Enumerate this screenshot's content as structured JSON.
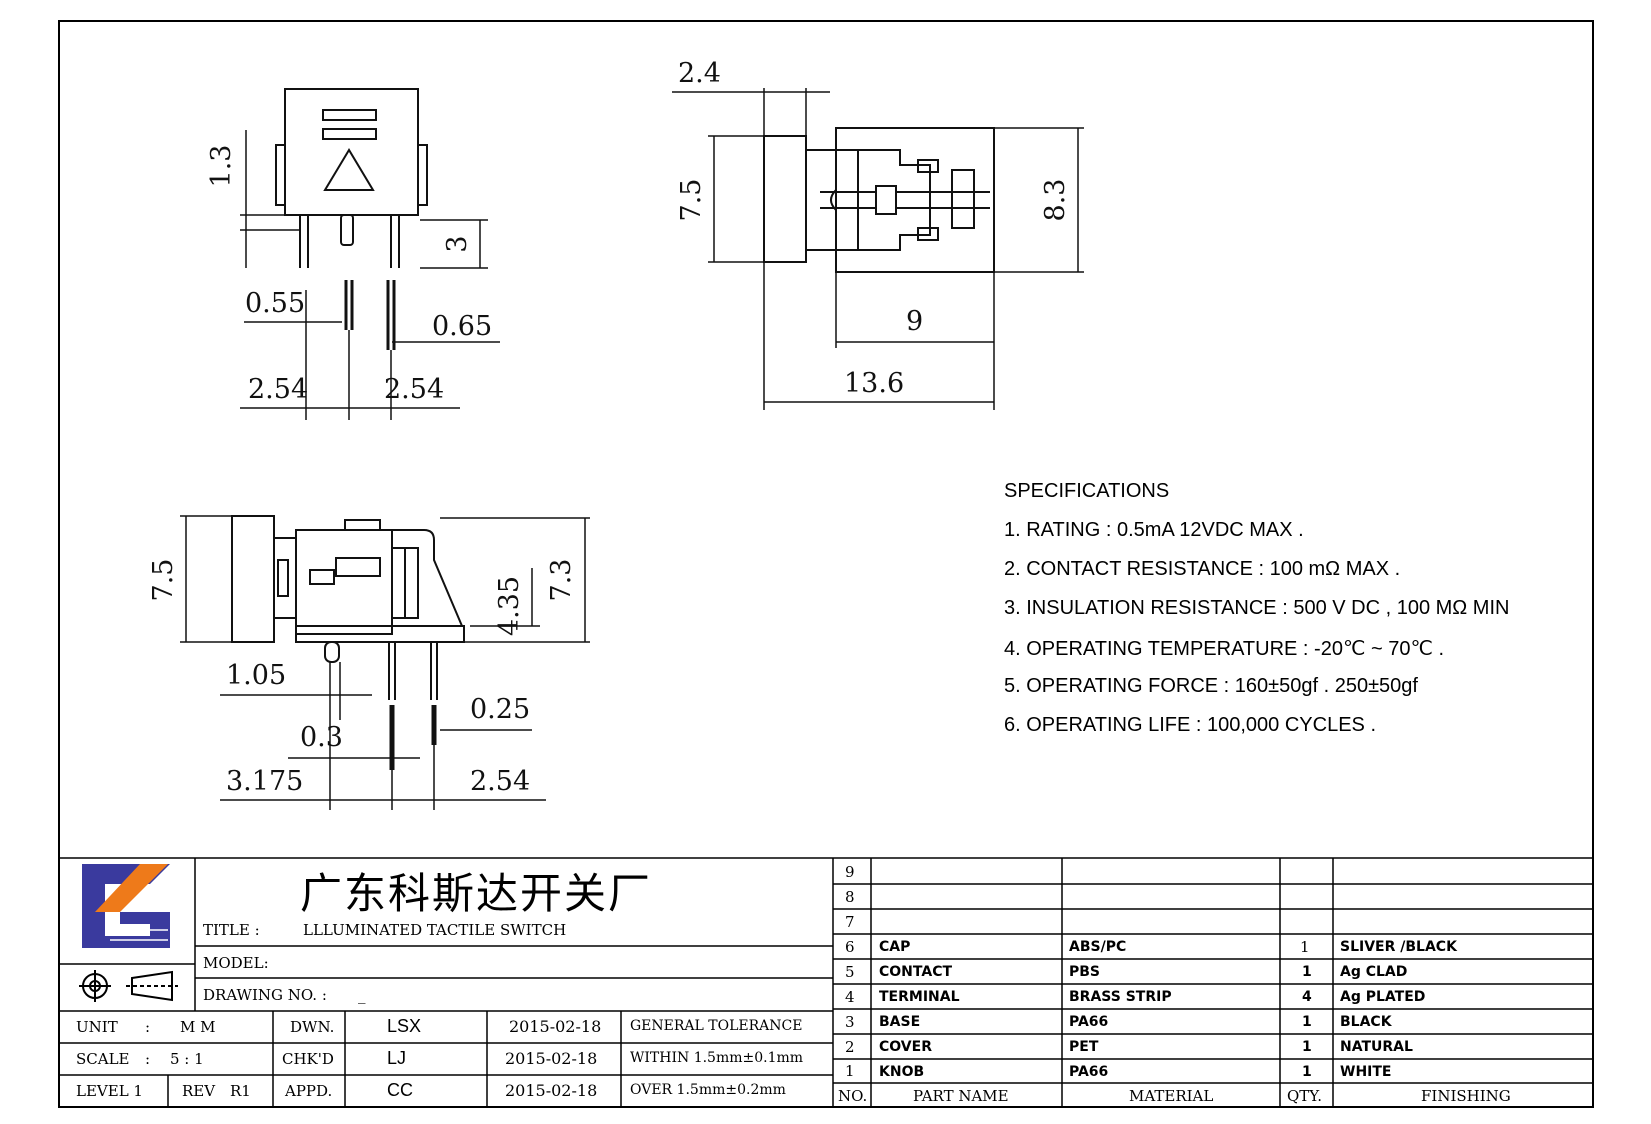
{
  "drawing": {
    "front_view_dims": [
      "1.3",
      "3",
      "0.55",
      "0.65",
      "2.54",
      "2.54"
    ],
    "top_view_dims": [
      "2.4",
      "7.5",
      "8.3",
      "9",
      "13.6"
    ],
    "side_view_dims": [
      "7.5",
      "4.35",
      "7.3",
      "1.05",
      "0.25",
      "0.3",
      "3.175",
      "2.54"
    ]
  },
  "specifications": {
    "heading": "SPECIFICATIONS",
    "items": [
      "1. RATING : 0.5mA 12VDC MAX .",
      "2. CONTACT RESISTANCE : 100 mΩ MAX .",
      "3. INSULATION RESISTANCE : 500 V DC , 100 MΩ MIN",
      "4. OPERATING TEMPERATURE : -20℃ ~ 70℃ .",
      "5. OPERATING FORCE : 160±50gf . 250±50gf",
      "6. OPERATING LIFE : 100,000 CYCLES ."
    ]
  },
  "title_block": {
    "company": "广东科斯达开关厂",
    "title_label": "TITLE :",
    "title_value": "LLLUMINATED TACTILE SWITCH",
    "model_label": "MODEL:",
    "drawing_no_label": "DRAWING NO. :",
    "drawing_no_value": "_",
    "unit_label": "UNIT",
    "unit_sep": ":",
    "unit_value": "M M",
    "scale_label": "SCALE",
    "scale_sep": ":",
    "scale_value": "5 : 1",
    "level_label": "LEVEL 1",
    "rev_label": "REV",
    "rev_value": "R1",
    "dwn_label": "DWN.",
    "dwn_name": "LSX",
    "dwn_date": "2015-02-18",
    "chk_label": "CHK'D",
    "chk_name": "LJ",
    "chk_date": "2015-02-18",
    "appd_label": "APPD.",
    "appd_name": "CC",
    "appd_date": "2015-02-18",
    "tolerance_label": "GENERAL TOLERANCE",
    "tolerance_within": "WITHIN 1.5mm±0.1mm",
    "tolerance_over": "OVER   1.5mm±0.2mm"
  },
  "bom": {
    "header": {
      "no": "NO.",
      "part_name": "PART  NAME",
      "material": "MATERIAL",
      "qty": "QTY.",
      "finishing": "FINISHING"
    },
    "rows": [
      {
        "no": "9",
        "part": "",
        "material": "",
        "qty": "",
        "finishing": ""
      },
      {
        "no": "8",
        "part": "",
        "material": "",
        "qty": "",
        "finishing": ""
      },
      {
        "no": "7",
        "part": "",
        "material": "",
        "qty": "",
        "finishing": ""
      },
      {
        "no": "6",
        "part": "CAP",
        "material": "ABS/PC",
        "qty": "1",
        "finishing": "SLIVER /BLACK"
      },
      {
        "no": "5",
        "part": "CONTACT",
        "material": "PBS",
        "qty": "1",
        "finishing": "Ag CLAD"
      },
      {
        "no": "4",
        "part": "TERMINAL",
        "material": "BRASS STRIP",
        "qty": "4",
        "finishing": "Ag PLATED"
      },
      {
        "no": "3",
        "part": "BASE",
        "material": "PA66",
        "qty": "1",
        "finishing": "BLACK"
      },
      {
        "no": "2",
        "part": "COVER",
        "material": "PET",
        "qty": "1",
        "finishing": "NATURAL"
      },
      {
        "no": "1",
        "part": "KNOB",
        "material": "PA66",
        "qty": "1",
        "finishing": "WHITE"
      }
    ]
  },
  "colors": {
    "logo_blue": "#3a3a9e",
    "logo_orange": "#ee7a1a",
    "line": "#000000"
  }
}
